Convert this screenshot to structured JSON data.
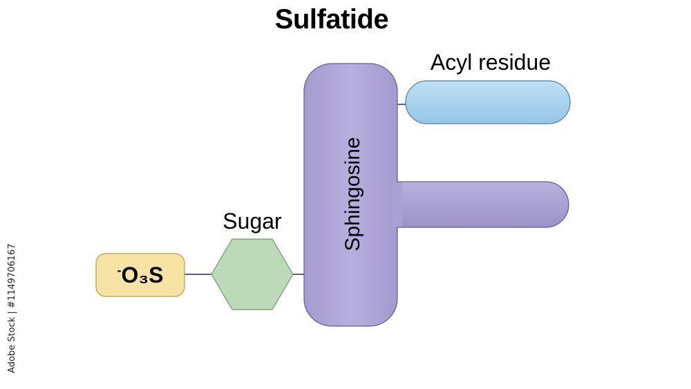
{
  "title": "Sulfatide",
  "labels": {
    "acyl": "Acyl residue",
    "sphingosine": "Sphingosine",
    "sugar": "Sugar",
    "sulfate_sup": "-",
    "sulfate_main": "O₃S"
  },
  "credit": "Adobe Stock | #1149706167",
  "colors": {
    "sphingosine": "#b1a8d6",
    "acyl": "#a9d4ef",
    "sugar": "#bcd9b8",
    "sulfate": "#f7e3a3",
    "link": "#5d5a99"
  }
}
